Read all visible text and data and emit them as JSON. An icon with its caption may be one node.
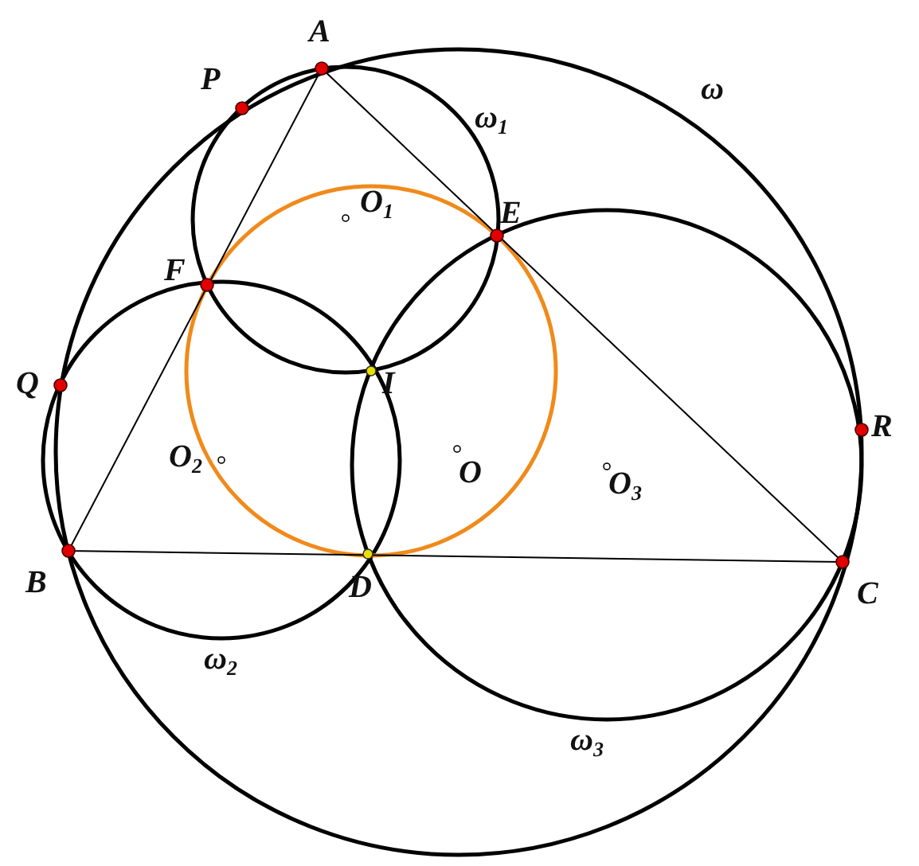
{
  "diagram": {
    "labels": [
      "A",
      "P",
      "ω",
      "ω$_{1}$",
      "O$_{1}$",
      "E",
      "F",
      "Q",
      "I",
      "R",
      "O$_{2}$",
      "O",
      "O$_{3}$",
      "B",
      "D",
      "C",
      "ω$_{2}$",
      "ω$_{3}$"
    ]
  }
}
